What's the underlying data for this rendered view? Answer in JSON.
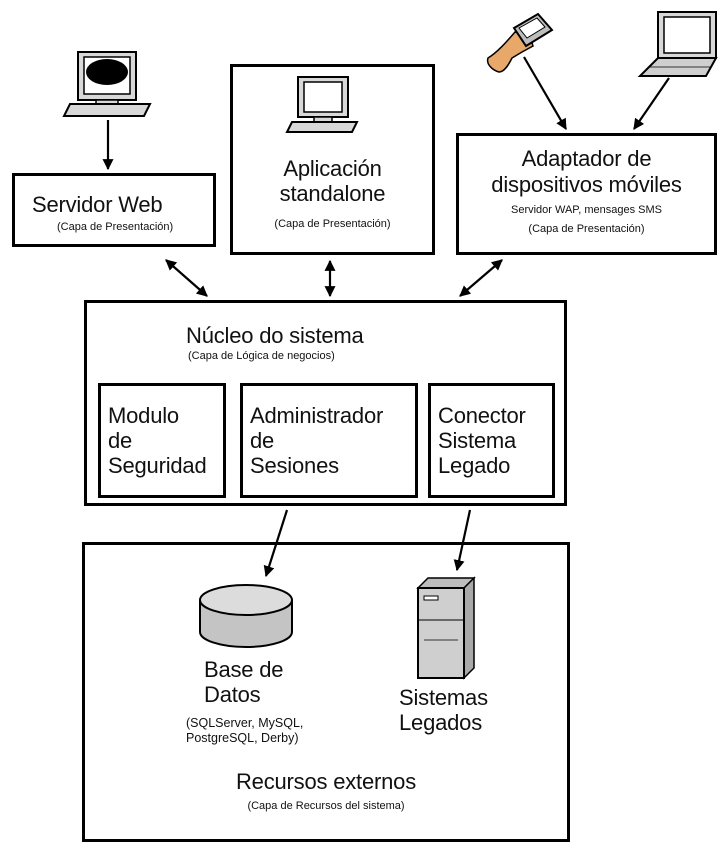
{
  "presentation": {
    "web": {
      "title": "Servidor Web",
      "layer": "(Capa de Presentación)"
    },
    "standalone": {
      "title_line1": "Aplicación",
      "title_line2": "standalone",
      "layer": "(Capa de Presentación)"
    },
    "mobile": {
      "title_line1": "Adaptador de",
      "title_line2": "dispositivos móviles",
      "detail": "Servidor WAP, mensages SMS",
      "layer": "(Capa de Presentación)"
    }
  },
  "core": {
    "title": "Núcleo do sistema",
    "layer": "(Capa de Lógica de negocios)",
    "modules": [
      {
        "line1": "Modulo",
        "line2": "de",
        "line3": "Seguridad"
      },
      {
        "line1": "Administrador",
        "line2": "de",
        "line3": "Sesiones"
      },
      {
        "line1": "Conector",
        "line2": "Sistema",
        "line3": "Legado"
      }
    ]
  },
  "resources": {
    "database": {
      "line1": "Base de",
      "line2": "Datos",
      "detail1": "(SQLServer, MySQL,",
      "detail2": "PostgreSQL, Derby)"
    },
    "legacy": {
      "line1": "Sistemas",
      "line2": "Legados"
    },
    "title": "Recursos externos",
    "layer": "(Capa de Recursos del sistema)"
  }
}
